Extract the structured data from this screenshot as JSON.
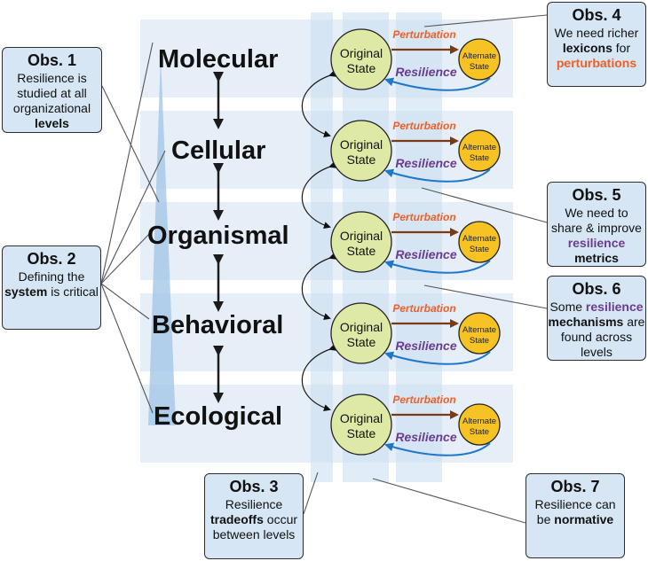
{
  "levels": [
    "Molecular",
    "Cellular",
    "Organismal",
    "Behavioral",
    "Ecological"
  ],
  "state_diagram": {
    "original_line1": "Original",
    "original_line2": "State",
    "alternate_line1": "Alternate",
    "alternate_line2": "State",
    "perturbation": "Perturbation",
    "resilience": "Resilience"
  },
  "observations": [
    {
      "title": "Obs. 1",
      "parts": [
        {
          "t": "Resilience is studied at all organizational "
        },
        {
          "t": "levels",
          "s": "b"
        }
      ]
    },
    {
      "title": "Obs. 2",
      "parts": [
        {
          "t": "Defining the "
        },
        {
          "t": "system",
          "s": "b"
        },
        {
          "t": " is critical"
        }
      ]
    },
    {
      "title": "Obs. 3",
      "parts": [
        {
          "t": "Resilience "
        },
        {
          "t": "tradeoffs",
          "s": "b"
        },
        {
          "t": " occur between levels"
        }
      ]
    },
    {
      "title": "Obs. 4",
      "parts": [
        {
          "t": "We need richer "
        },
        {
          "t": "lexicons",
          "s": "b"
        },
        {
          "t": " for "
        },
        {
          "t": "perturbations",
          "s": "orange"
        }
      ]
    },
    {
      "title": "Obs. 5",
      "parts": [
        {
          "t": "We need to share & improve "
        },
        {
          "t": "resilience",
          "s": "purple"
        },
        {
          "t": " "
        },
        {
          "t": "metrics",
          "s": "b"
        }
      ]
    },
    {
      "title": "Obs. 6",
      "parts": [
        {
          "t": "Some "
        },
        {
          "t": "resilience",
          "s": "purple"
        },
        {
          "t": " "
        },
        {
          "t": "mechanisms",
          "s": "b"
        },
        {
          "t": " are found across levels"
        }
      ]
    },
    {
      "title": "Obs. 7",
      "parts": [
        {
          "t": "Resilience can be "
        },
        {
          "t": "normative",
          "s": "b"
        }
      ]
    }
  ],
  "colors": {
    "panel": "#e6eff8",
    "band": "#d0e2f3",
    "box_fill": "#d6e6f4",
    "original_fill": "#dfe9a6",
    "alternate_fill": "#f7c324",
    "perturbation": "#ef5f26",
    "perturbation_arrow": "#7b3a14",
    "resilience": "#6b3d8f",
    "resilience_arrow": "#1f77c8"
  }
}
